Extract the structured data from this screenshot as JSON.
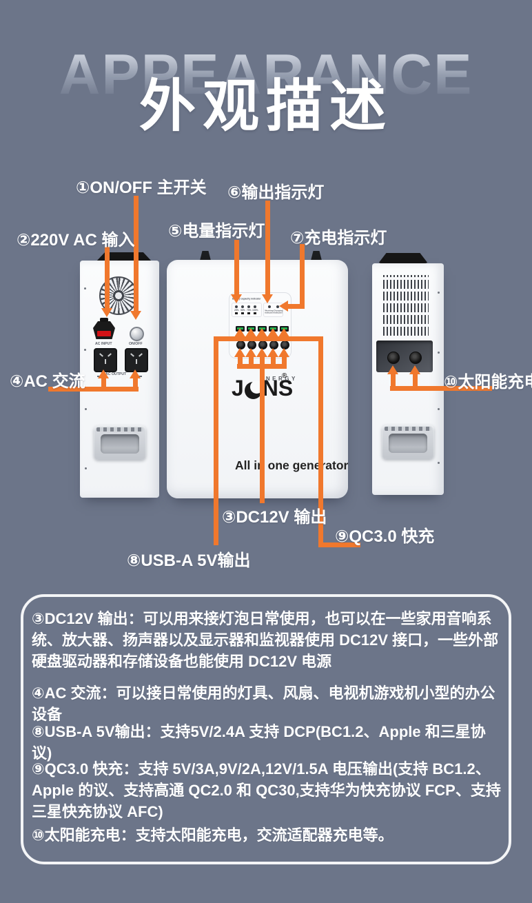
{
  "title": {
    "background_word": "APPEARANCE",
    "heading": "外观描述"
  },
  "callouts": {
    "c1": "①ON/OFF 主开关",
    "c2": "②220V AC 输入",
    "c3": "③DC12V 输出",
    "c4": "④AC 交流",
    "c5": "⑤电量指示灯",
    "c6": "⑥输出指示灯",
    "c7": "⑦充电指示灯",
    "c8": "⑧USB-A 5V输出",
    "c9": "⑨QC3.0 快充",
    "c10": "⑩太阳能充电"
  },
  "left_view": {
    "ac_input": "AC INPUT",
    "on_off": "ON/OFF",
    "ac_output": "AC OUTPUT"
  },
  "front_view": {
    "indicator_heading": "Battery capacity indicator",
    "battery_levels": [
      "25%",
      "50%",
      "75%",
      "100%"
    ],
    "working_indicator": "Working indicator",
    "charging_indicator": "Charging indicator",
    "brand_j": "J",
    "brand_ns": "NS",
    "brand_sub": "ENERGY",
    "registered": "®",
    "tagline": "All in one generator"
  },
  "description_box": {
    "paragraphs": [
      "③DC12V 输出：可以用来接灯泡日常使用，也可以在一些家用音响系统、放大器、扬声器以及显示器和监视器使用 DC12V 接口，一些外部硬盘驱动器和存储设备也能使用 DC12V 电源",
      "④AC 交流：可以接日常使用的灯具、风扇、电视机游戏机小型的办公设备",
      "⑧USB-A 5V输出：支持5V/2.4A 支持 DCP(BC1.2、Apple 和三星协议)",
      "⑨QC3.0 快充：支持 5V/3A,9V/2A,12V/1.5A 电压输出(支持 BC1.2、Apple 的议、支持高通 QC2.0 和 QC30,支持华为快充协议 FCP、支持三星快充协议 AFC)",
      "⑩太阳能充电：支持太阳能充电，交流适配器充电等。"
    ]
  },
  "colors": {
    "background": "#6C7589",
    "accent_orange": "#F0782D",
    "device_white": "#F7F8FA",
    "usb_green": "#1FAF4B",
    "ac_input_red": "#D31216",
    "text": "#FFFFFF"
  }
}
